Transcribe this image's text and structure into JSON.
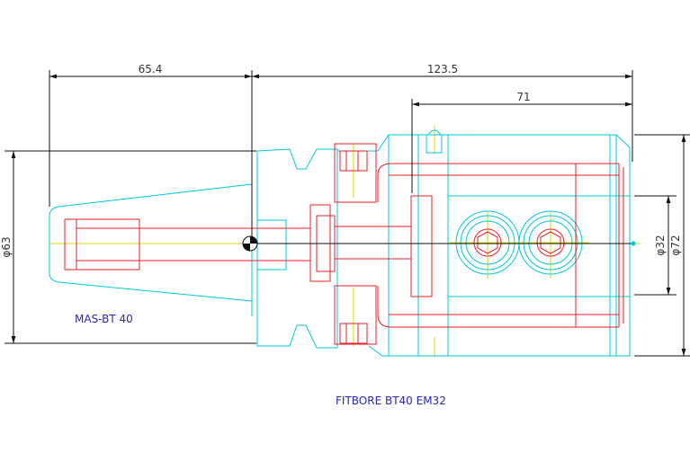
{
  "dimensions": {
    "shank_length": "65.4",
    "overall_length": "123.5",
    "body_length": "71",
    "flange_diameter": "φ63",
    "bore_diameter": "φ32",
    "body_diameter": "φ72"
  },
  "labels": {
    "taper": "MAS-BT 40",
    "product": "FITBORE BT40 EM32"
  },
  "colors": {
    "outline": "#00c8e0",
    "hidden": "#e8202a",
    "center": "#d8d800",
    "dimension": "#111111",
    "text_label": "#2a2ab8"
  }
}
